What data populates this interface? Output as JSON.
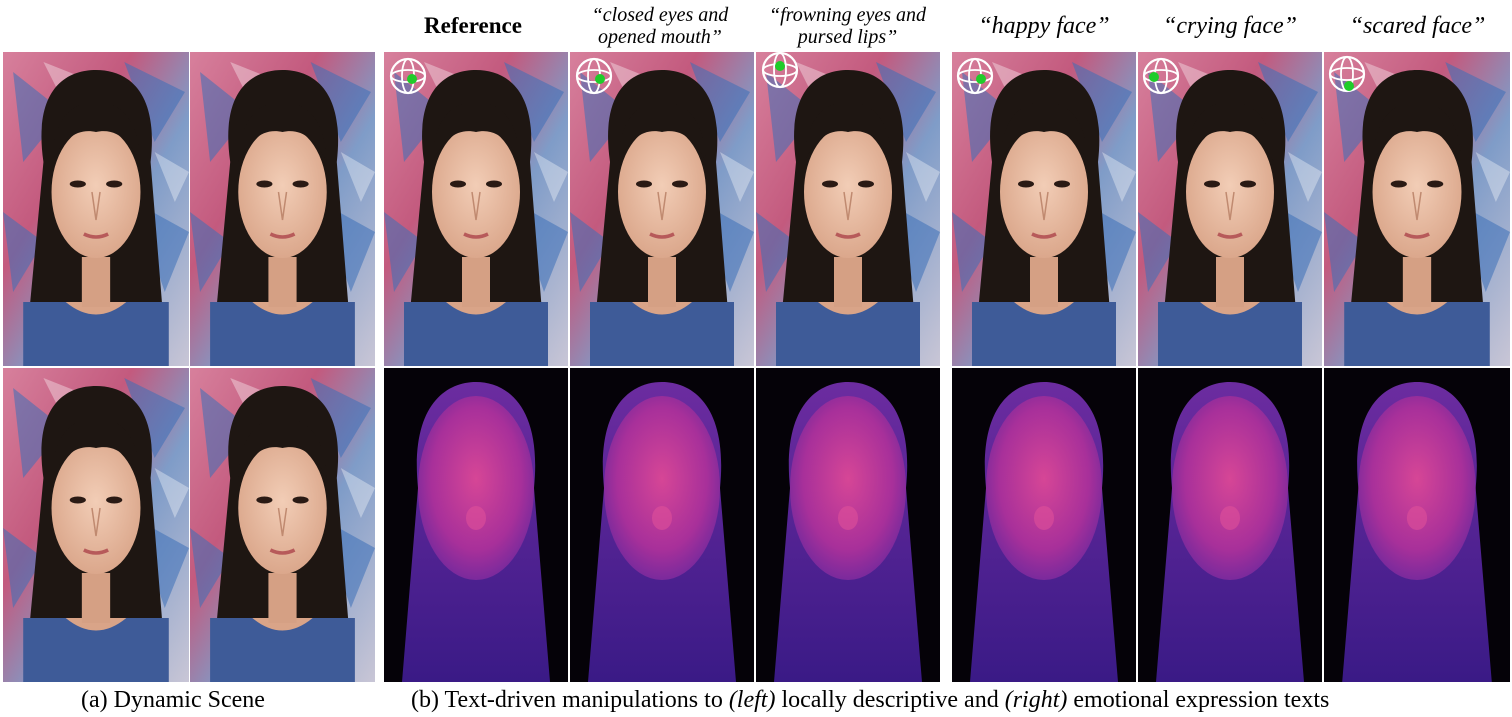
{
  "panel_a": {
    "caption": "(a) Dynamic Scene"
  },
  "panel_b": {
    "headers": [
      {
        "text": "Reference",
        "style": "bold"
      },
      {
        "text": "“closed eyes and opened mouth”",
        "line1": "“closed eyes and",
        "line2": "opened mouth”"
      },
      {
        "text": "“frowning eyes and pursed lips”",
        "line1": "“frowning eyes and",
        "line2": "pursed lips”"
      },
      {
        "text": "“happy face”"
      },
      {
        "text": "“crying face”"
      },
      {
        "text": "“scared face”"
      }
    ],
    "caption": {
      "prefix": "(b) Text-driven manipulations to ",
      "left_label": "(left)",
      "middle": " locally descriptive and ",
      "right_label": "(right)",
      "suffix": " emotional expression texts"
    }
  },
  "colors": {
    "pose_dot": "#1fcc2a",
    "depth_face": "#c8409a",
    "depth_hair": "#5a2a90",
    "background": "#050208"
  }
}
